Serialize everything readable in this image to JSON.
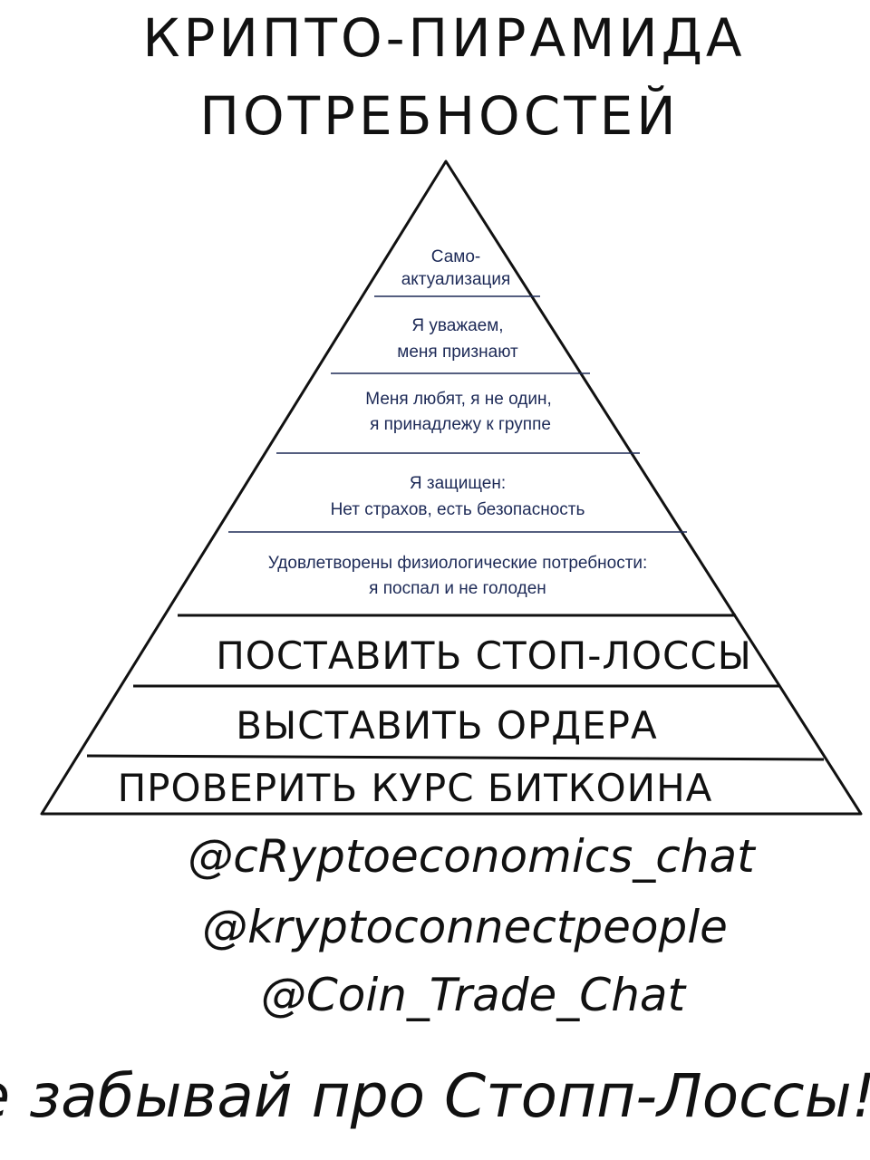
{
  "title": {
    "line1": "КРИПТО-ПИРАМИДА",
    "line2": "ПОТРЕБНОСТЕЙ"
  },
  "pyramid": {
    "printed_tiers": [
      {
        "lines": [
          "Само-",
          "актуализация"
        ]
      },
      {
        "lines": [
          "Я уважаем,",
          "меня признают"
        ]
      },
      {
        "lines": [
          "Меня любят, я не один,",
          "я принадлежу к группе"
        ]
      },
      {
        "lines": [
          "Я защищен:",
          "Нет страхов, есть безопасность"
        ]
      },
      {
        "lines": [
          "Удовлетворены физиологические потребности:",
          "я поспал и не голоден"
        ]
      }
    ],
    "handwritten_tiers": [
      {
        "label": "ПОСТАВИТЬ СТОП-ЛОССЫ"
      },
      {
        "label": "ВЫСТАВИТЬ ОРДЕРА"
      },
      {
        "label": "ПРОВЕРИТЬ КУРС БИТКОИНА"
      }
    ]
  },
  "handles": [
    "@cRyptoeconomics_chat",
    "@kryptoconnectpeople",
    "@Coin_Trade_Chat"
  ],
  "slogan": "Не забывай про Стопп-Лоссы!!!"
}
